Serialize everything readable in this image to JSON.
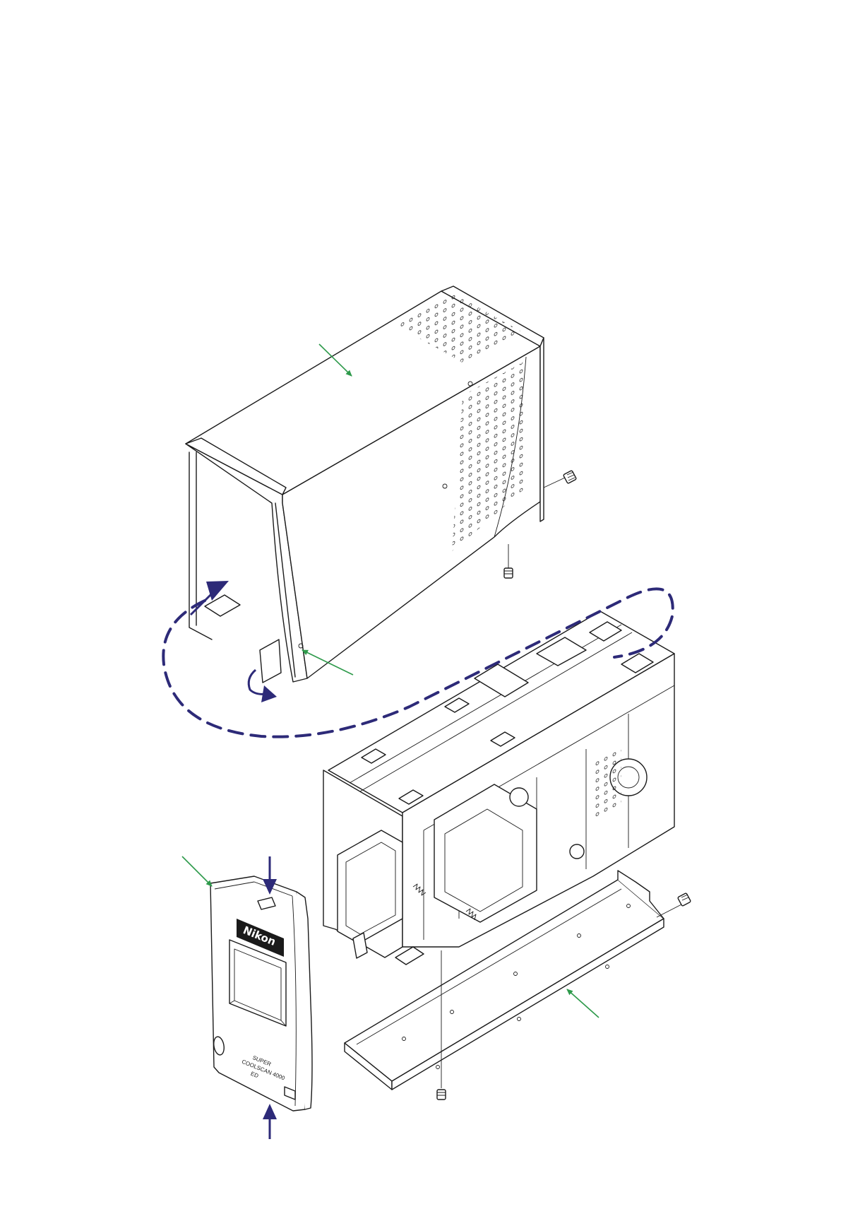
{
  "diagram": {
    "type": "exploded-assembly",
    "parts": [
      {
        "id": "top-cover",
        "label": ""
      },
      {
        "id": "front-bezel",
        "label": ""
      },
      {
        "id": "bottom-plate",
        "label": ""
      },
      {
        "id": "chassis",
        "label": ""
      }
    ],
    "front_panel_branding": {
      "logo": "Nikon",
      "model_line1": "SUPER",
      "model_line2": "COOLSCAN 4000",
      "model_line3": "ED"
    },
    "colors": {
      "callout_leader": "#2e9a4b",
      "motion_arrow": "#2d2a78",
      "line_art": "#1a1a1a"
    }
  }
}
